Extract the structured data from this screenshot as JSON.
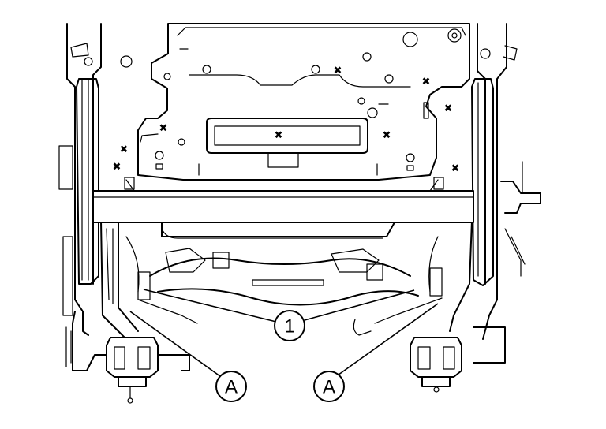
{
  "callouts": {
    "part_1": "1",
    "location_a_left": "A",
    "location_a_right": "A"
  }
}
